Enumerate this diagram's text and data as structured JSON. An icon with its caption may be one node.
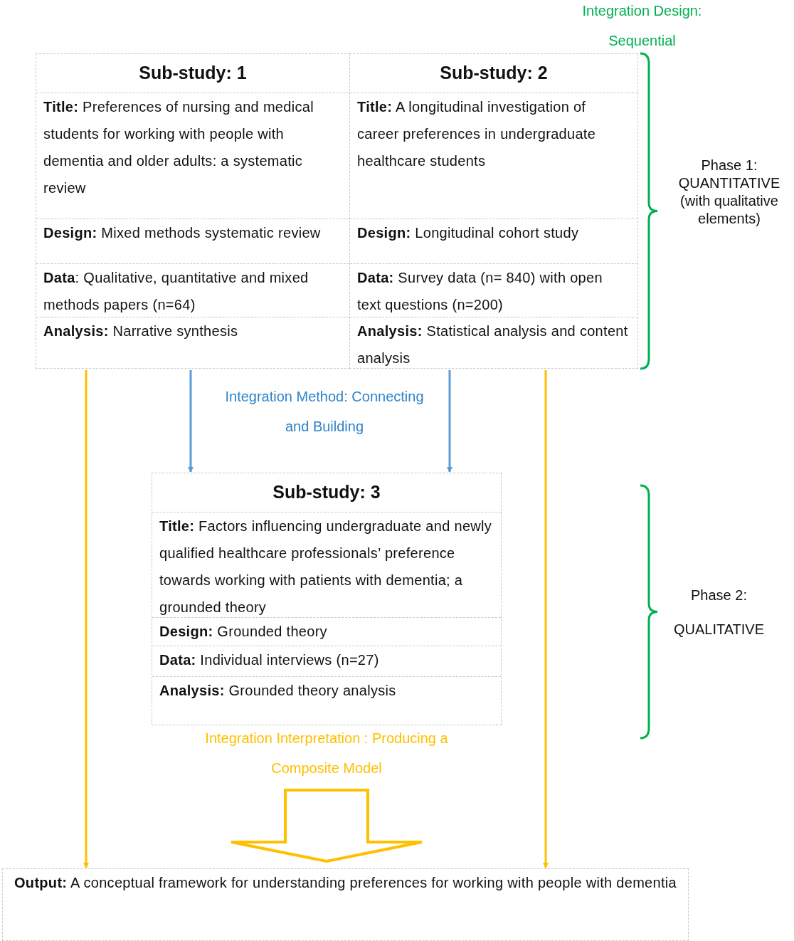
{
  "diagram": {
    "nodes": [
      {
        "text": [
          "Sub-study: 1",
          "**Title:** Preferences of nursing and medical students for working with people with dementia and older adults: a systematic review",
          "**Design:** Mixed methods systematic review",
          "**Data**: Qualitative, quantitative and mixed methods papers (n=64)",
          "**Analysis:** Narrative synthesis"
        ]
      },
      {
        "text": [
          "Sub-study: 2",
          "**Title:** A longitudinal investigation of career preferences in undergraduate healthcare students",
          "**Design:** Longitudinal cohort study",
          "**Data:** Survey data (n= 840) with open text questions (n=200)",
          "**Analysis:** Statistical analysis and content analysis"
        ]
      },
      {
        "text": [
          "Sub-study: 3",
          "**Title:** Factors influencing undergraduate and newly qualified healthcare professionals’ preference towards working with patients with dementia; a grounded theory",
          "**Design:** Grounded theory",
          "**Data:** Individual interviews (n=27)",
          "**Analysis:** Grounded theory analysis"
        ]
      },
      {
        "text": [
          "**Output:** A conceptual framework for understanding preferences for working with people with dementia"
        ]
      }
    ],
    "edges": [
      {
        "from": 0,
        "to": 2,
        "arrow": "to",
        "color": "#5b9bd5"
      },
      {
        "from": 1,
        "to": 2,
        "arrow": "to",
        "color": "#5b9bd5"
      },
      {
        "from": 0,
        "to": 3,
        "arrow": "to",
        "color": "#ffc000"
      },
      {
        "from": 1,
        "to": 3,
        "arrow": "to",
        "color": "#ffc000"
      },
      {
        "from": 2,
        "to": 3,
        "arrow": "to",
        "style": "thick",
        "color": "#ffc000"
      }
    ],
    "labels": [
      "Integration Design: Sequential",
      "Phase 1: QUANTITATIVE (with qualitative elements)",
      "Integration Method: Connecting and Building",
      "Phase 2: QUALITATIVE",
      "Integration Interpretation : Producing a Composite Model"
    ]
  }
}
